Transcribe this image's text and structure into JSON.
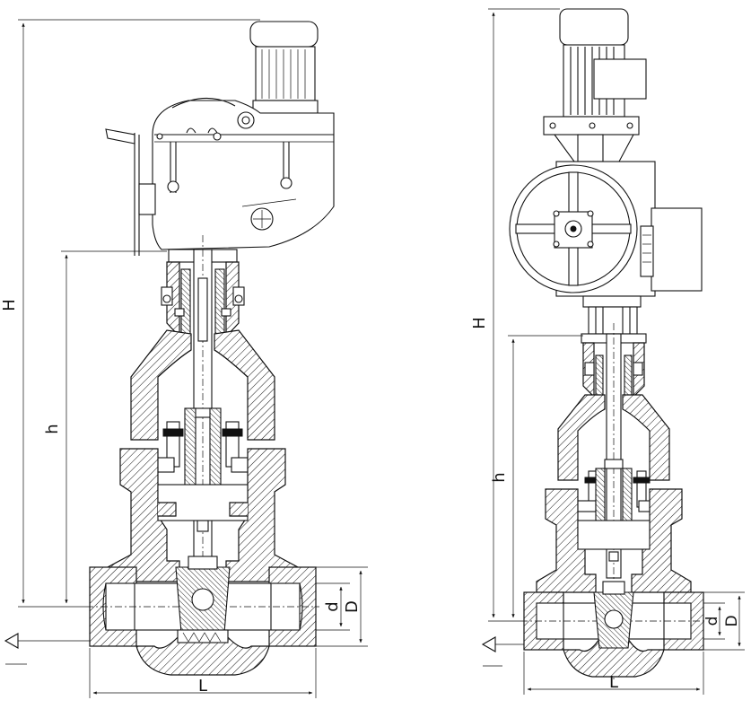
{
  "dimension_labels": {
    "overall_height": "H",
    "stem_height": "h",
    "inner_diameter": "d",
    "outer_diameter": "D",
    "face_to_face_length": "L"
  },
  "views": [
    {
      "id": "front-view"
    },
    {
      "id": "side-view"
    }
  ],
  "colors": {
    "line": "#111111",
    "background": "#ffffff"
  }
}
